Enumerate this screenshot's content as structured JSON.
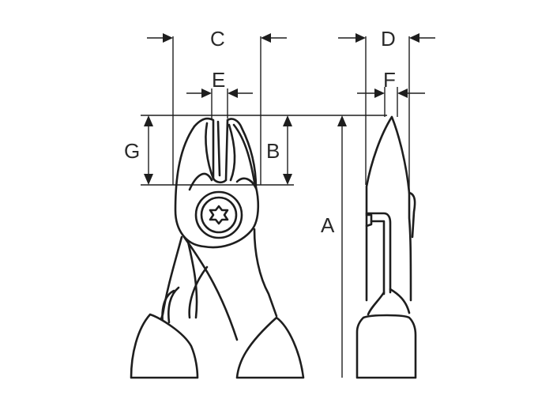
{
  "dimension_labels": {
    "a": "A",
    "b": "B",
    "c": "C",
    "d": "D",
    "e": "E",
    "f": "F",
    "g": "G"
  }
}
